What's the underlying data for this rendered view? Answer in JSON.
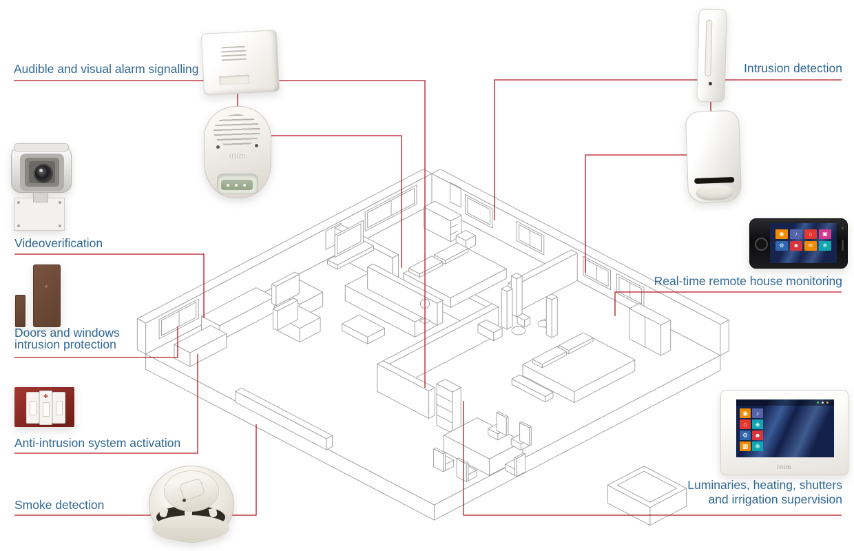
{
  "colors": {
    "accent_red": "#b5161d",
    "label_blue": "#2f6795",
    "wireframe_grey": "#9b9b9b",
    "switch_plate_red": "#8e2a24",
    "contact_brown": "#6b4936"
  },
  "labels": {
    "alarm": "Audible and visual alarm signalling",
    "intrusion": "Intrusion detection",
    "videoverification": "Videoverification",
    "doors_line1": "Doors and windows",
    "doors_line2": "intrusion protection",
    "anti_intrusion": "Anti-intrusion system activation",
    "smoke": "Smoke detection",
    "remote": "Real-time remote house monitoring",
    "luminaries_line1": "Luminaries, heating, shutters",
    "luminaries_line2": "and irrigation supervision"
  },
  "devices": {
    "outdoor_siren_brand": "inim",
    "panel_brand": "inim",
    "phone_tiles": [
      {
        "name": "eye",
        "glyph": "◉",
        "color": "#ef8b00"
      },
      {
        "name": "commands",
        "glyph": "♪",
        "color": "#5563a9"
      },
      {
        "name": "home",
        "glyph": "⌂",
        "color": "#e2382e"
      },
      {
        "name": "folder",
        "glyph": "▣",
        "color": "#cf3b8f"
      },
      {
        "name": "settings",
        "glyph": "⚙",
        "color": "#2f66ad"
      },
      {
        "name": "system",
        "glyph": "☻",
        "color": "#d9333c"
      },
      {
        "name": "mail",
        "glyph": "✉",
        "color": "#ef8b00"
      },
      {
        "name": "clima",
        "glyph": "❄",
        "color": "#12a7b0"
      }
    ],
    "panel_tiles": [
      {
        "name": "eye",
        "glyph": "◉",
        "color": "#ef8b00"
      },
      {
        "name": "sounds",
        "glyph": "♪",
        "color": "#5563a9"
      },
      {
        "name": "home",
        "glyph": "⌂",
        "color": "#e2382e"
      },
      {
        "name": "location",
        "glyph": "◈",
        "color": "#12a7b0"
      },
      {
        "name": "settings",
        "glyph": "⚙",
        "color": "#2f66ad"
      },
      {
        "name": "system",
        "glyph": "☻",
        "color": "#d9333c"
      },
      {
        "name": "calendar",
        "glyph": "▦",
        "color": "#ef8b00"
      },
      {
        "name": "clima",
        "glyph": "❄",
        "color": "#12a7b0"
      }
    ]
  }
}
